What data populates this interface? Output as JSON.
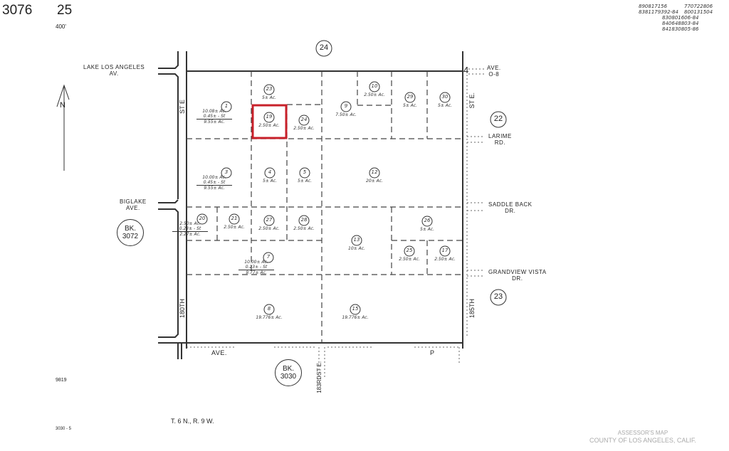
{
  "header": {
    "book": "3076",
    "page": "25",
    "scale": "400'"
  },
  "revision_notes": [
    "890817156",
    "8381179392-84",
    "770722806",
    "800131504",
    "830801606-84",
    "840648803-84",
    "841830805-86"
  ],
  "section_numbers": {
    "top": "24",
    "right_upper": "22",
    "right_lower": "23",
    "corner": "4"
  },
  "north_label": "N",
  "adjacent_books": {
    "left": {
      "label": "BK.",
      "number": "3072"
    },
    "bottom": {
      "label": "BK.",
      "number": "3030"
    }
  },
  "streets": {
    "lake_los_angeles": [
      "LAKE LOS ANGELES",
      "AV."
    ],
    "biglake": [
      "BIGLAKE",
      "AVE."
    ],
    "ave_o8": [
      "AVE.",
      "O-8"
    ],
    "larime": [
      "LARIME",
      "RD."
    ],
    "saddle_back": [
      "SADDLE BACK",
      "DR."
    ],
    "grandview": [
      "GRANDVIEW VISTA",
      "DR."
    ],
    "st_e_left": "ST E",
    "st_e_right": "ST E.",
    "th180": "180TH",
    "th185": "185TH",
    "bottom_ave": "AVE.",
    "bottom_p": "P",
    "rd183": [
      "183RD",
      "ST E."
    ]
  },
  "highlighted_parcel": "19",
  "highlight_color": "#c8202a",
  "parcels": [
    {
      "id": "1",
      "acres": [
        "10.08± Ac.",
        "0.45± - St",
        "9.55± Ac."
      ]
    },
    {
      "id": "23",
      "acres": [
        "5± Ac."
      ]
    },
    {
      "id": "19",
      "acres": [
        "2.50± Ac."
      ]
    },
    {
      "id": "24",
      "acres": [
        "2.50± Ac."
      ]
    },
    {
      "id": "9",
      "acres": [
        "7.50± Ac."
      ]
    },
    {
      "id": "10",
      "acres": [
        "2.50± Ac."
      ]
    },
    {
      "id": "29",
      "acres": [
        "5± Ac."
      ]
    },
    {
      "id": "30",
      "acres": [
        "5± Ac."
      ]
    },
    {
      "id": "3",
      "acres": [
        "10.00± Ac.",
        "0.45± - St",
        "9.55± Ac."
      ]
    },
    {
      "id": "4",
      "acres": [
        "5± Ac."
      ]
    },
    {
      "id": "5",
      "acres": [
        "5± Ac."
      ]
    },
    {
      "id": "12",
      "acres": [
        "20± Ac."
      ]
    },
    {
      "id": "20",
      "acres": [
        "2.50± Ac.",
        "0.23± - St",
        "2.27± Ac."
      ]
    },
    {
      "id": "21",
      "acres": [
        "2.50± Ac."
      ]
    },
    {
      "id": "27",
      "acres": [
        "2.50± Ac."
      ]
    },
    {
      "id": "28",
      "acres": [
        "2.50± Ac."
      ]
    },
    {
      "id": "13",
      "acres": [
        "10± Ac."
      ]
    },
    {
      "id": "26",
      "acres": [
        "5± Ac."
      ]
    },
    {
      "id": "7",
      "acres": [
        "10.00± Ac.",
        "0.23± - St",
        "9.77± Ac."
      ]
    },
    {
      "id": "25",
      "acres": [
        "2.50± Ac."
      ]
    },
    {
      "id": "17",
      "acres": [
        "2.50± Ac."
      ]
    },
    {
      "id": "8",
      "acres": [
        "19.776± Ac."
      ]
    },
    {
      "id": "15",
      "acres": [
        "19.776± Ac."
      ]
    }
  ],
  "footer": {
    "code": "9819",
    "township": "T. 6 N., R. 9 W.",
    "sheet": "3030 - 5",
    "title": [
      "ASSESSOR'S MAP",
      "COUNTY OF LOS ANGELES, CALIF."
    ]
  }
}
